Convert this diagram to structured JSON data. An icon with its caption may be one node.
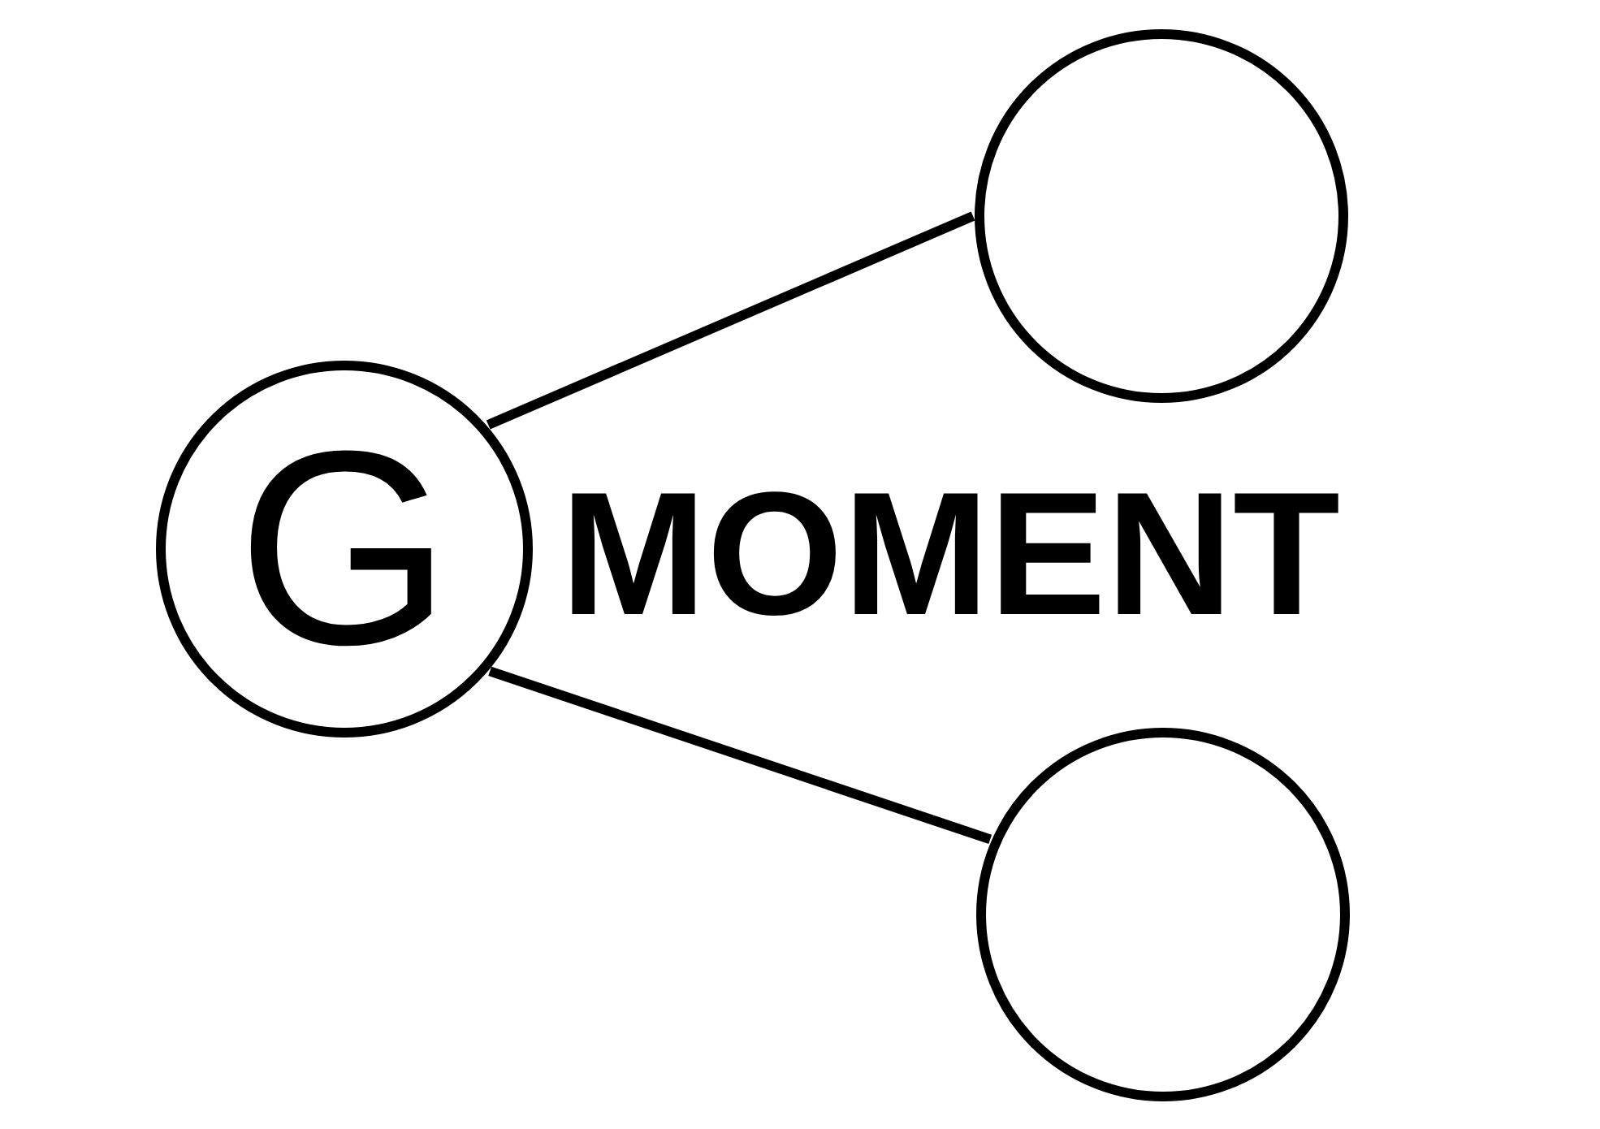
{
  "diagram": {
    "nodes": [
      {
        "text": [
          "G"
        ],
        "beside": [
          "MOMENT"
        ]
      },
      {
        "text": [],
        "shape": "circle"
      },
      {
        "text": [],
        "shape": "circle"
      }
    ],
    "edges": [
      {
        "from": 0,
        "to": 1,
        "arrow": "none"
      },
      {
        "from": 0,
        "to": 2,
        "arrow": "none"
      }
    ]
  }
}
